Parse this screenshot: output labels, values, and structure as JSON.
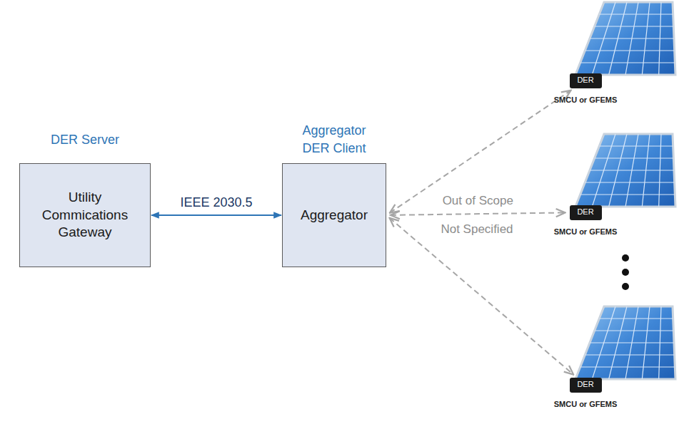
{
  "diagram": {
    "nodes": [
      {
        "text": [
          "DER Server",
          "Utility Commications Gateway"
        ]
      },
      {
        "text": [
          "Aggregator DER Client",
          "Aggregator"
        ]
      },
      {
        "text": [
          "DER",
          "SMCU or GFEMS"
        ]
      },
      {
        "text": [
          "DER",
          "SMCU or GFEMS"
        ]
      },
      {
        "text": [
          "DER",
          "SMCU or GFEMS"
        ]
      }
    ],
    "edges": [
      {
        "from": 0,
        "to": 1,
        "label": "IEEE 2030.5",
        "arrow": "both"
      },
      {
        "from": 1,
        "to": 2,
        "arrow": "both"
      },
      {
        "from": 1,
        "to": 3,
        "label": "Out of Scope",
        "arrow": "both"
      },
      {
        "from": 1,
        "to": 4,
        "arrow": "both"
      }
    ],
    "labels": [
      "Not Specified"
    ]
  }
}
